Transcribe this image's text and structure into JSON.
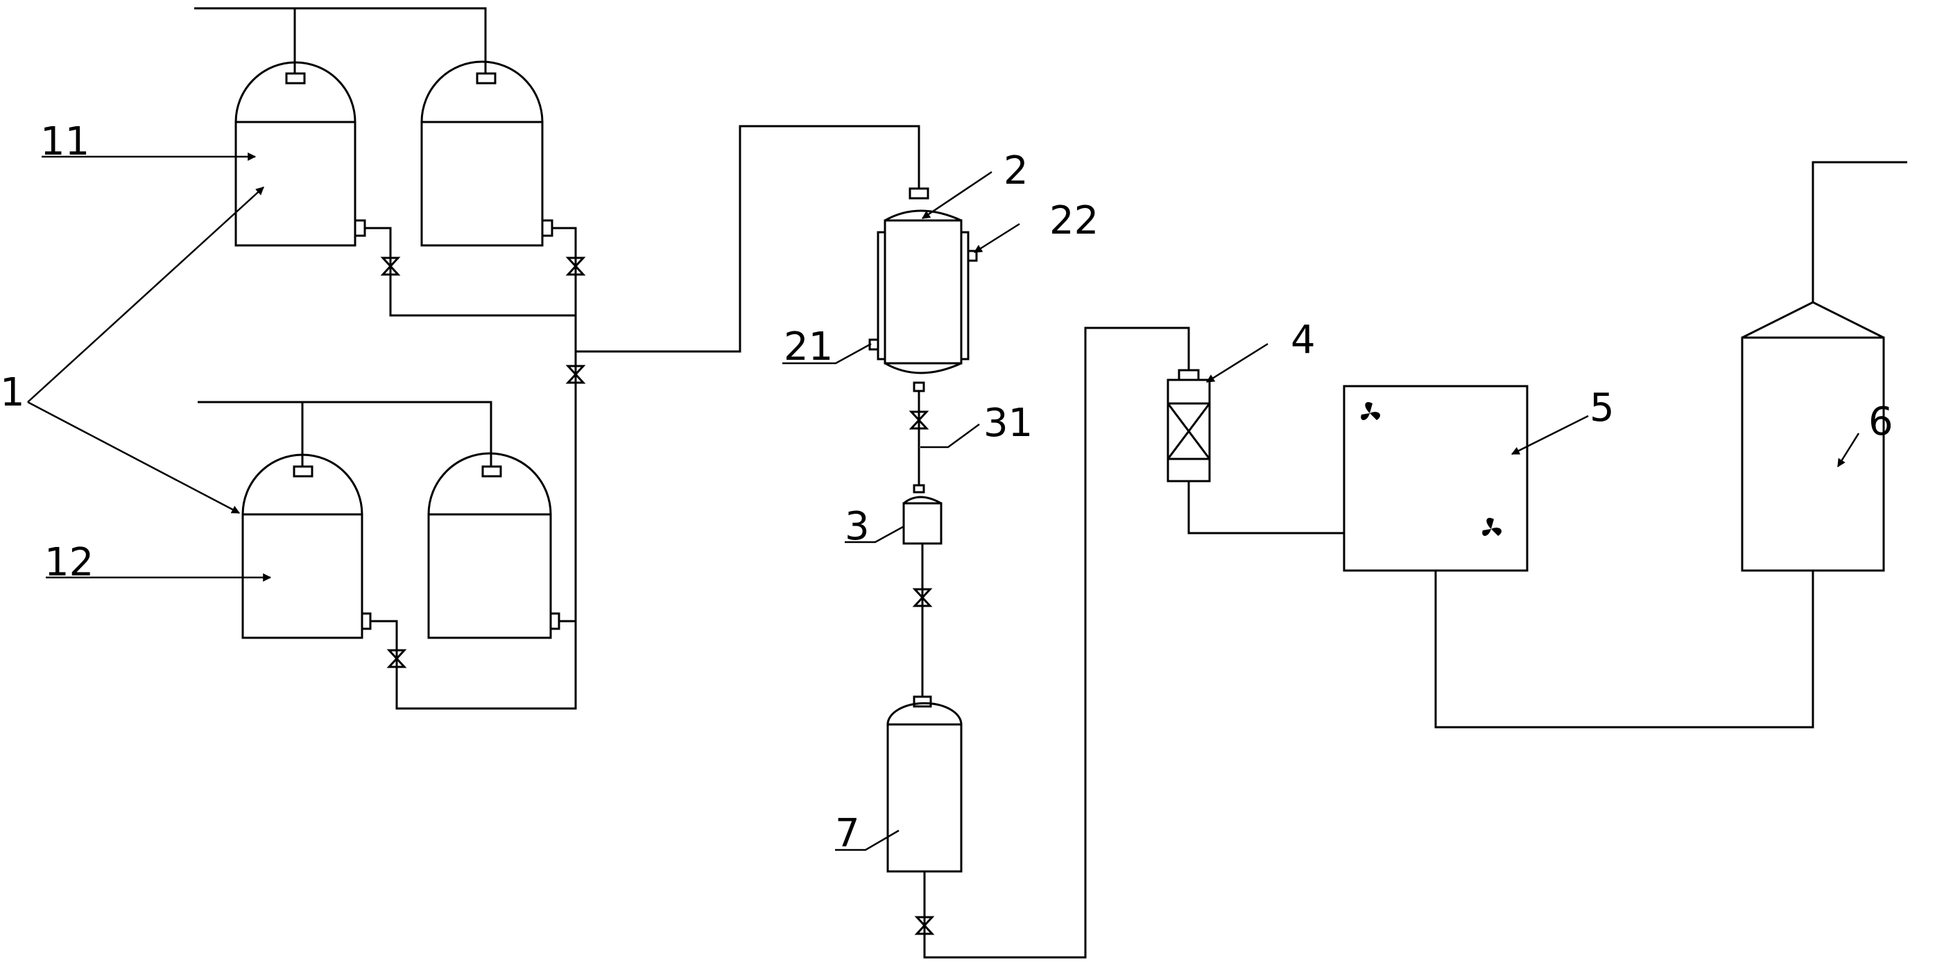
{
  "diagram": {
    "labels": {
      "l1": "1",
      "l11": "11",
      "l12": "12",
      "l2": "2",
      "l21": "21",
      "l22": "22",
      "l3": "3",
      "l31": "31",
      "l4": "4",
      "l5": "5",
      "l6": "6",
      "l7": "7"
    }
  }
}
